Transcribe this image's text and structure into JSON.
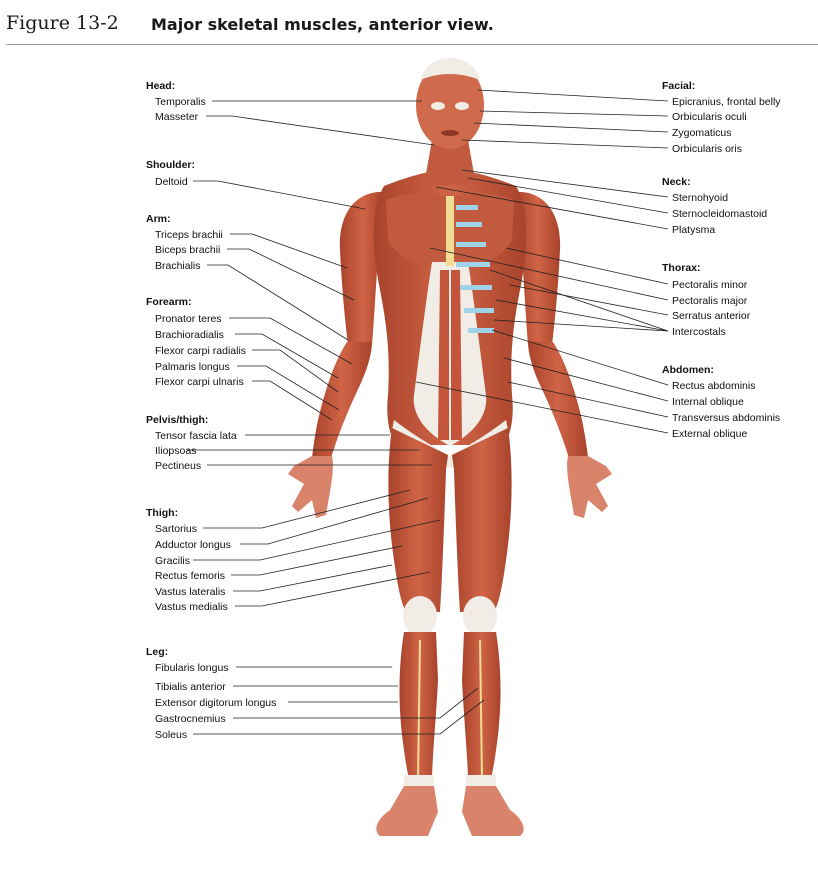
{
  "figure": {
    "number": "Figure 13-2",
    "title": "Major skeletal muscles, anterior view."
  },
  "groups": {
    "head": {
      "title": "Head:",
      "items": [
        "Temporalis",
        "Masseter"
      ]
    },
    "shoulder": {
      "title": "Shoulder:",
      "items": [
        "Deltoid"
      ]
    },
    "arm": {
      "title": "Arm:",
      "items": [
        "Triceps brachii",
        "Biceps brachii",
        "Brachialis"
      ]
    },
    "forearm": {
      "title": "Forearm:",
      "items": [
        "Pronator teres",
        "Brachioradialis",
        "Flexor carpi radialis",
        "Palmaris longus",
        "Flexor carpi ulnaris"
      ]
    },
    "pelvis": {
      "title": "Pelvis/thigh:",
      "items": [
        "Tensor fascia lata",
        "Iliopsoas",
        "Pectineus"
      ]
    },
    "thigh": {
      "title": "Thigh:",
      "items": [
        "Sartorius",
        "Adductor longus",
        "Gracilis",
        "Rectus femoris",
        "Vastus lateralis",
        "Vastus medialis"
      ]
    },
    "leg": {
      "title": "Leg:",
      "items": [
        "Fibularis longus",
        "Tibialis anterior",
        "Extensor digitorum longus",
        "Gastrocnemius",
        "Soleus"
      ]
    },
    "facial": {
      "title": "Facial:",
      "items": [
        "Epicranius, frontal belly",
        "Orbicularis oculi",
        "Zygomaticus",
        "Orbicularis oris"
      ]
    },
    "neck": {
      "title": "Neck:",
      "items": [
        "Sternohyoid",
        "Sternocleidomastoid",
        "Platysma"
      ]
    },
    "thorax": {
      "title": "Thorax:",
      "items": [
        "Pectoralis minor",
        "Pectoralis major",
        "Serratus anterior",
        "Intercostals"
      ]
    },
    "abdomen": {
      "title": "Abdomen:",
      "items": [
        "Rectus abdominis",
        "Internal oblique",
        "Transversus abdominis",
        "External oblique"
      ]
    }
  },
  "colors": {
    "muscle": "#c5553a",
    "muscle_dark": "#9e3a26",
    "muscle_light": "#df8a6a",
    "tendon": "#f1ede6",
    "cartilage": "#9fd3ea",
    "bone": "#f2dc95"
  }
}
